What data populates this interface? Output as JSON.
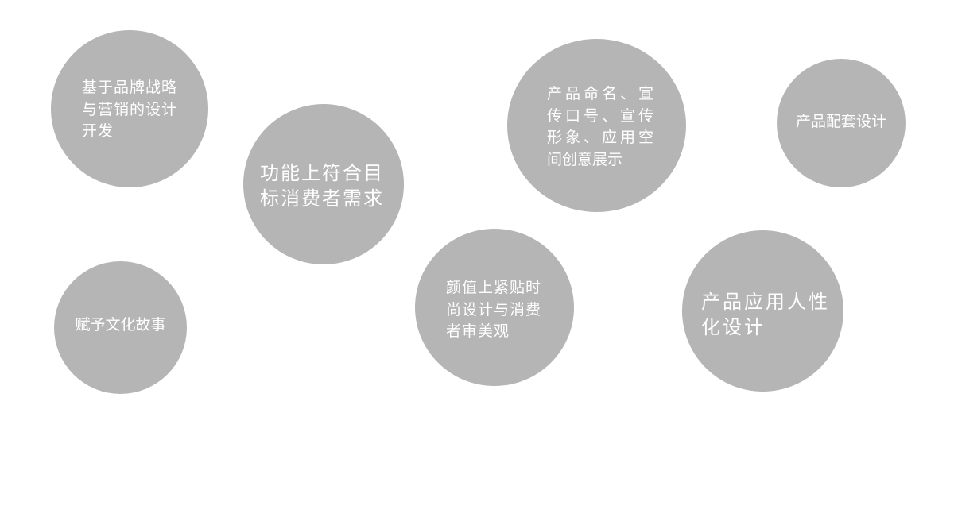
{
  "bubbles": [
    {
      "lines": [
        "基于品牌战略",
        "与营销的设计",
        "开发"
      ]
    },
    {
      "lines": [
        "功能上符合目",
        "标消费者需求"
      ]
    },
    {
      "lines": [
        "产品命名、宣",
        "传口号、宣传",
        "形象、应用空",
        "间创意展示"
      ]
    },
    {
      "lines": [
        "产品配套设计"
      ]
    },
    {
      "lines": [
        "赋予文化故事"
      ]
    },
    {
      "lines": [
        "颜值上紧贴时",
        "尚设计与消费",
        "者审美观"
      ]
    },
    {
      "lines": [
        "产品应用人性",
        "化设计"
      ]
    }
  ],
  "colors": {
    "bubble": "#b5b5b5",
    "text": "#ffffff"
  }
}
